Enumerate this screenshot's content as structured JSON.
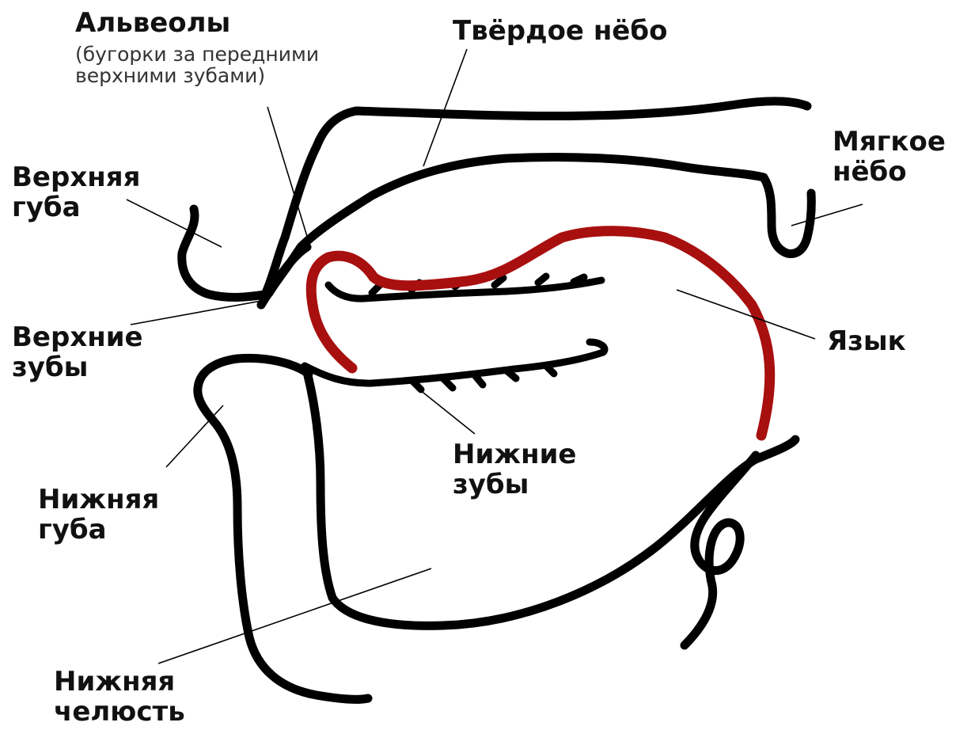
{
  "colors": {
    "outline": "#000000",
    "tongue": "#a80f0f",
    "text": "#111111"
  },
  "labels": {
    "alveoli": "Альвеолы",
    "alveoli_note_1": "(бугорки за передними",
    "alveoli_note_2": "верхними зубами)",
    "hard_palate": "Твёрдое нёбо",
    "soft_palate_1": "Мягкое",
    "soft_palate_2": "нёбо",
    "upper_lip_1": "Верхняя",
    "upper_lip_2": "губа",
    "upper_teeth_1": "Верхние",
    "upper_teeth_2": "зубы",
    "tongue": "Язык",
    "lower_teeth_1": "Нижние",
    "lower_teeth_2": "зубы",
    "lower_lip_1": "Нижняя",
    "lower_lip_2": "губа",
    "lower_jaw_1": "Нижняя",
    "lower_jaw_2": "челюсть"
  }
}
